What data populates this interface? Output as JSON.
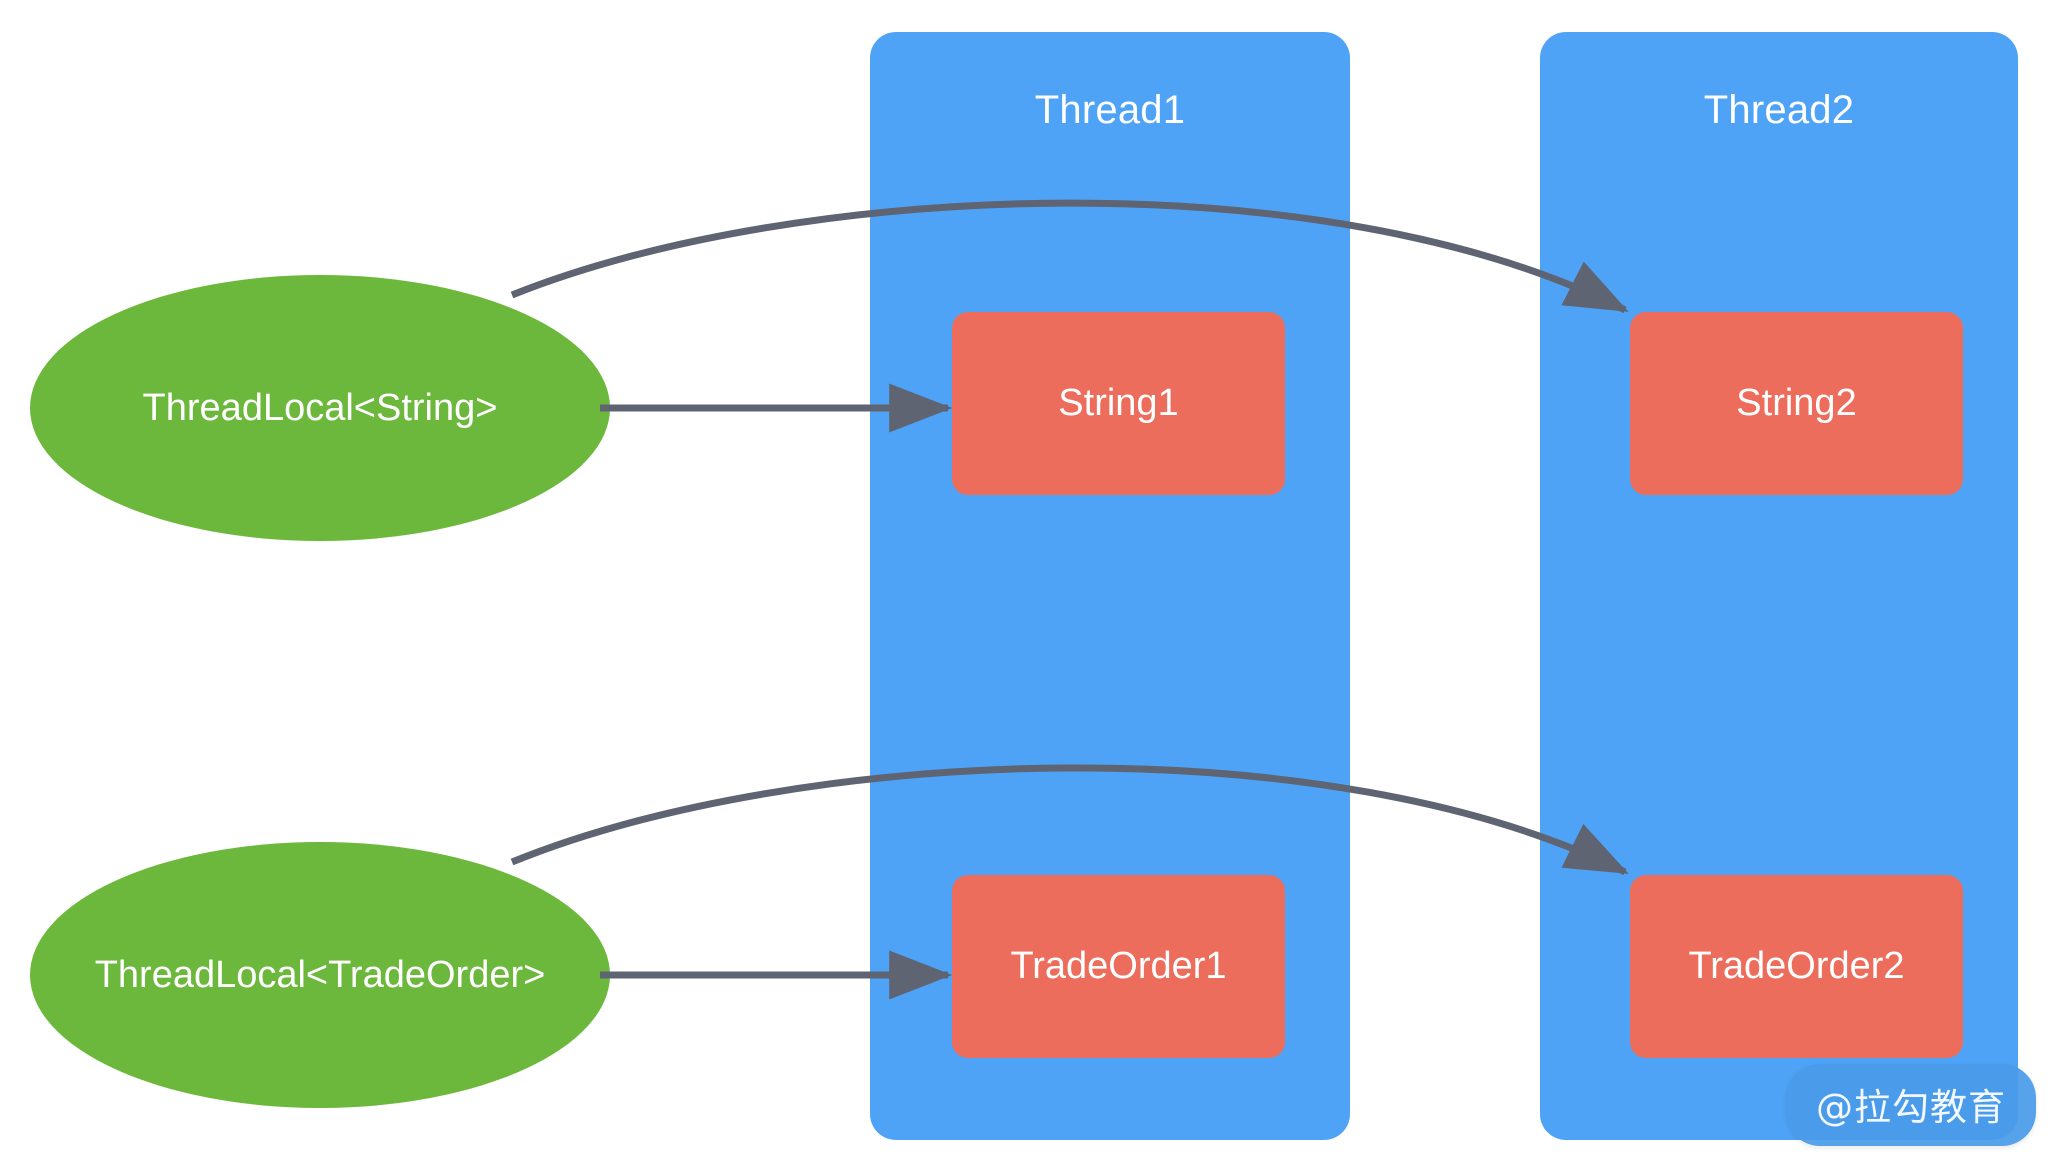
{
  "diagram": {
    "title": "ThreadLocal per-thread value isolation",
    "background_color": "#ffffff",
    "colors": {
      "thread_column": "#4fa3f7",
      "value_box": "#ed6d5d",
      "threadlocal_ellipse": "#6cb83c",
      "arrow": "#5e6472",
      "label_text": "#ffffff",
      "watermark_bg": "#4a9bea"
    }
  },
  "threads": [
    {
      "id": "thread1",
      "label": "Thread1"
    },
    {
      "id": "thread2",
      "label": "Thread2"
    }
  ],
  "threadlocals": [
    {
      "id": "tl-string",
      "label": "ThreadLocal<String>"
    },
    {
      "id": "tl-tradeorder",
      "label": "ThreadLocal<TradeOrder>"
    }
  ],
  "values": [
    {
      "id": "string1",
      "label": "String1",
      "thread": "Thread1",
      "owner": "ThreadLocal<String>"
    },
    {
      "id": "string2",
      "label": "String2",
      "thread": "Thread2",
      "owner": "ThreadLocal<String>"
    },
    {
      "id": "tradeorder1",
      "label": "TradeOrder1",
      "thread": "Thread1",
      "owner": "ThreadLocal<TradeOrder>"
    },
    {
      "id": "tradeorder2",
      "label": "TradeOrder2",
      "thread": "Thread2",
      "owner": "ThreadLocal<TradeOrder>"
    }
  ],
  "connections": [
    {
      "id": "tl-string-to-string1",
      "from": "ThreadLocal<String>",
      "to": "String1",
      "style": "straight"
    },
    {
      "id": "tl-string-to-string2",
      "from": "ThreadLocal<String>",
      "to": "String2",
      "style": "curved"
    },
    {
      "id": "tl-tradeorder-to-tradeorder1",
      "from": "ThreadLocal<TradeOrder>",
      "to": "TradeOrder1",
      "style": "straight"
    },
    {
      "id": "tl-tradeorder-to-tradeorder2",
      "from": "ThreadLocal<TradeOrder>",
      "to": "TradeOrder2",
      "style": "curved"
    }
  ],
  "watermark": {
    "text": "@拉勾教育"
  }
}
